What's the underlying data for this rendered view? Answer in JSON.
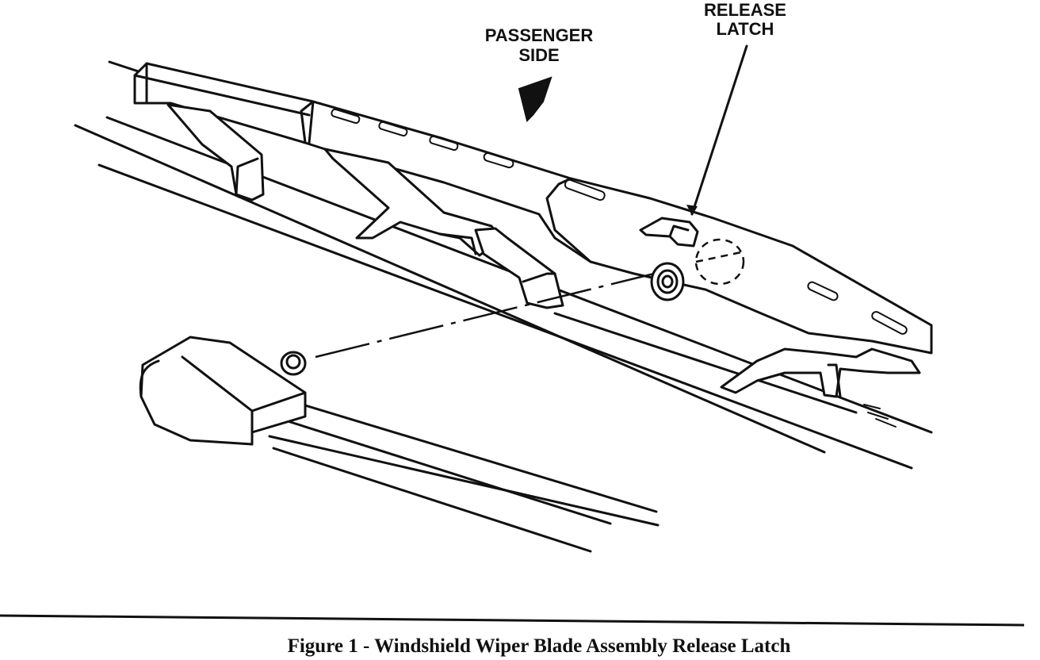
{
  "labels": {
    "passenger_side_line1": "PASSENGER",
    "passenger_side_line2": "SIDE",
    "release_latch_line1": "RELEASE",
    "release_latch_line2": "LATCH"
  },
  "caption": "Figure 1 - Windshield Wiper Blade Assembly Release Latch"
}
